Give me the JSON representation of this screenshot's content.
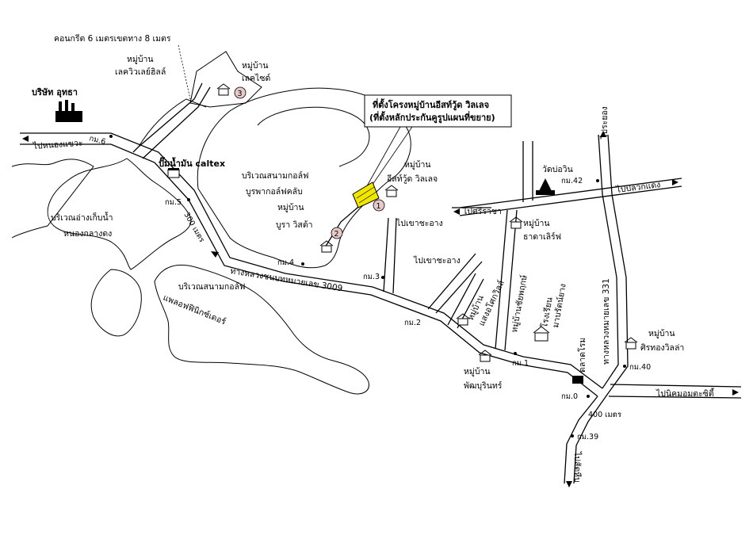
{
  "labels": {
    "concrete_road": "คอนกรีต 6 เมตรเขตทาง 8 เมตร",
    "village_lakeview_hills": "หมู่บ้าน\nเลควิวเลย์ฮิลล์",
    "village_lakeside": "หมู่บ้าน\nเลคไซด์",
    "company_uttha": "บริษัท อุทธา",
    "to_nong_khaem": "ไปหนองแขวะ",
    "km6": "กม.6",
    "caltex": "ปั๊มน้ำมัน caltex",
    "golf_burapha": "บริเวณสนามกอล์ฟ\nบูรพากอล์ฟคลับ",
    "village_burasita": "หมู่บ้าน\nบูรา วิสต้า",
    "reservoir": "บริเวณอ่างเก็บน้ำ\nหนองกลางดง",
    "km5": "กม.5",
    "dist_300": "300 เมตร",
    "golf_phoenix": "บริเวณสนามกอล์ฟ\nแพลอฟฟินิกซ์เดอร์",
    "km4": "กม.4",
    "road3009": "ทางหลวงชนบทหมายเลข 3009",
    "km3": "กม.3",
    "project_title": "ที่ตั้งโครงหมู่บ้านอีสท์วู้ด วิลเลจ",
    "project_sub": "(ที่ตั้งหลักประกันคูรูปแผนที่ขยาย)",
    "village_eastwood": "หมู่บ้าน\nอีสท์วู้ด วิลเลจ",
    "to_khao_chi_on_1": "ไปเขาชะอาง",
    "to_khao_chi_on_2": "ไปเขาชะอาง",
    "to_sri_racha": "ไปศรีราชา",
    "village_thada": "หมู่บ้าน\nธาดาเลิร์ฟ",
    "wat": "วัดบ่อวิน",
    "km42": "กม.42",
    "to_pluak_daeng": "ไปปลวกแดง",
    "to_rayong_top": "ไประยอง",
    "village_saeng": "หมู่บ้าน\nแสงอโศกวิลล์",
    "village_chaiyaphruek": "หมู่บ้านชัยพฤกษ์",
    "school": "โรงเรียน\nมาบรัตน์ยาง",
    "market": "ตลาดโรม",
    "highway331": "ทางหลวงหมายเลข 331",
    "km2": "กม.2",
    "km1": "กม.1",
    "village_phuburin": "หมู่บ้าน\nพัฒบุรินทร์",
    "village_sirithong": "หมู่บ้าน\nศิรทองวิลล่า",
    "km40": "กม.40",
    "km0": "กม.0",
    "to_nikhom": "ไปนิคมอมตะซิตี้",
    "dist_400": "400 เมตร",
    "km39": "กม.39",
    "to_sattahip": "ไปสัตหีบ",
    "marker1": "1",
    "marker2": "2",
    "marker3": "3"
  }
}
